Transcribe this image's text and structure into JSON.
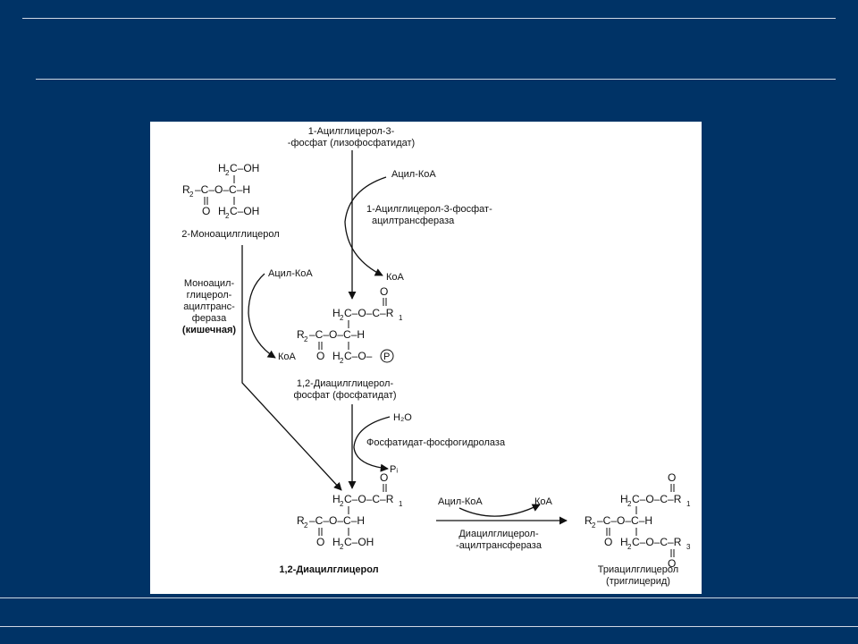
{
  "slide": {
    "background_color": "#003366",
    "panel_color": "#ffffff"
  },
  "diagram": {
    "lysophosphatidate_name": [
      "1-Ацилглицерол-3-",
      "-фосфат (лизофосфатидат)"
    ],
    "monoacyl_name": "2-Моноацилглицерол",
    "monoacyl_enzyme": [
      "Моноацил-",
      "глицерол-",
      "ацилтранс-",
      "фераза",
      "(кишечная)"
    ],
    "lpa_enzyme": [
      "1-Ацилглицерол-3-фосфат-",
      "ацилтрансфераза"
    ],
    "phosphatidate_name": [
      "1,2-Диацилглицерол-",
      "фосфат (фосфатидат)"
    ],
    "phosphohydrolase": "Фосфатидат-фосфогидролаза",
    "diacyl_name": "1,2-Диацилглицерол",
    "dgat_enzyme": [
      "Диацилглицерол-",
      "-ацилтрансфераза"
    ],
    "triacyl_name": [
      "Триацилглицерол",
      "(триглицерид)"
    ],
    "reagents": {
      "acyl_coa": "Ацил-КоА",
      "coa": "КоА",
      "water": "H₂O",
      "phosphate": "Pᵢ"
    }
  }
}
